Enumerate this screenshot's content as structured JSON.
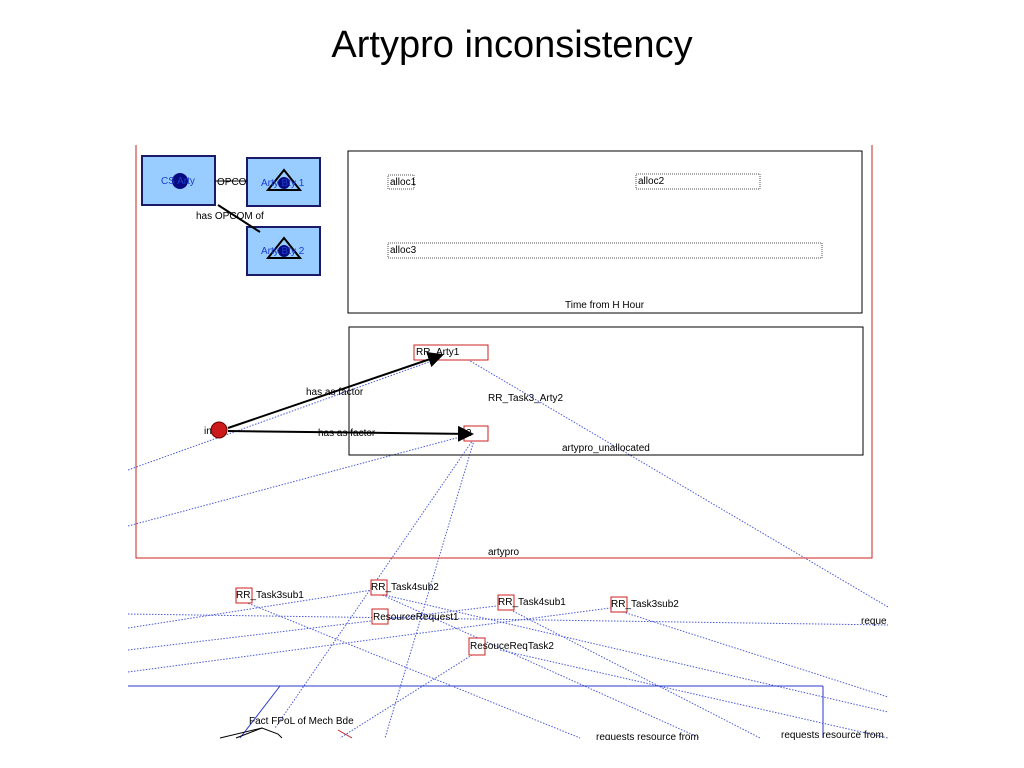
{
  "title": "Artypro inconsistency",
  "nodes": {
    "cs_arty": "CS Arty",
    "arty_bty_1": "Arty Bty 1",
    "arty_bty_2": "Arty Bty 2",
    "opcom_edge": "OPCO",
    "has_opcom_of": "has OPCOM of"
  },
  "time_panel": {
    "alloc1": "alloc1",
    "alloc2": "alloc2",
    "alloc3": "alloc3",
    "caption": "Time from H Hour"
  },
  "unallocated_panel": {
    "rr_arty1": "RR_Arty1",
    "rr_task3_arty2": "RR_Task3_Arty2",
    "rr_2": "2",
    "caption": "artypro_unallocated"
  },
  "factor_edges": {
    "has_as_factor_1": "has as factor",
    "has_as_factor_2": "has as factor",
    "input_node": "in"
  },
  "container_caption": "artypro",
  "lower_nodes": {
    "rr_task3sub1": "RR_Task3sub1",
    "rr_task4sub2": "RR_Task4sub2",
    "resource_request1": "ResourceRequest1",
    "rr_task4sub1": "RR_Task4sub1",
    "rr_task3sub2": "RR_Task3sub2",
    "resouce_req_task2": "ResouceReqTask2",
    "reque": "reque",
    "fact_fpol": "Fact FPoL of Mech Bde",
    "requests_resource_from_1": "requests resource from",
    "requests_resource_from_2": "requests resource from"
  },
  "colors": {
    "node_fill": "#99ccff",
    "node_border": "#1a1a66",
    "container_border": "#cc2222",
    "dotted_line": "#4a5adb",
    "input_node_fill": "#cc1a1a"
  }
}
